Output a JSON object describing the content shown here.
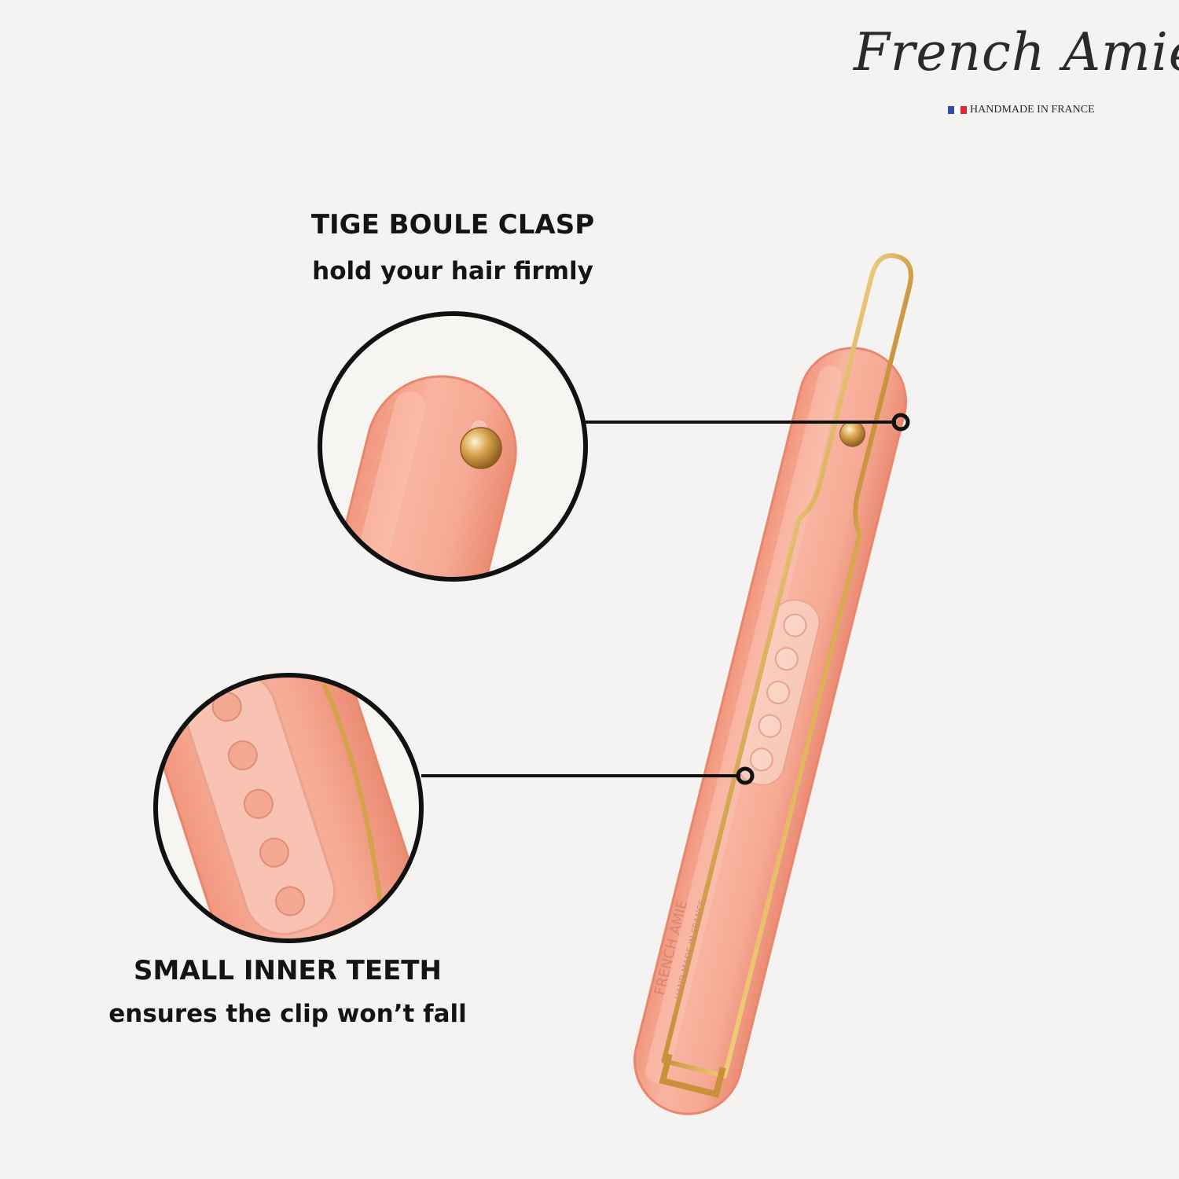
{
  "brand": {
    "name": "French Amie",
    "tagline": "HANDMADE IN FRANCE",
    "flag_colors": [
      "#2f4fa2",
      "#ffffff",
      "#e0262f"
    ]
  },
  "callouts": [
    {
      "title": "TIGE BOULE CLASP",
      "subtitle": "hold your hair firmly"
    },
    {
      "title": "SMALL INNER TEETH",
      "subtitle": "ensures the clip won’t fall"
    }
  ],
  "product": {
    "imprint_line1": "FRENCH AMIE",
    "imprint_line2": "HAND MADE IN FRANCE"
  },
  "colors": {
    "background": "#f4f3f1",
    "clip_body": "#f4a48e",
    "clip_edge": "#e88a74",
    "gold": "#d4a24a",
    "text": "#141414"
  }
}
